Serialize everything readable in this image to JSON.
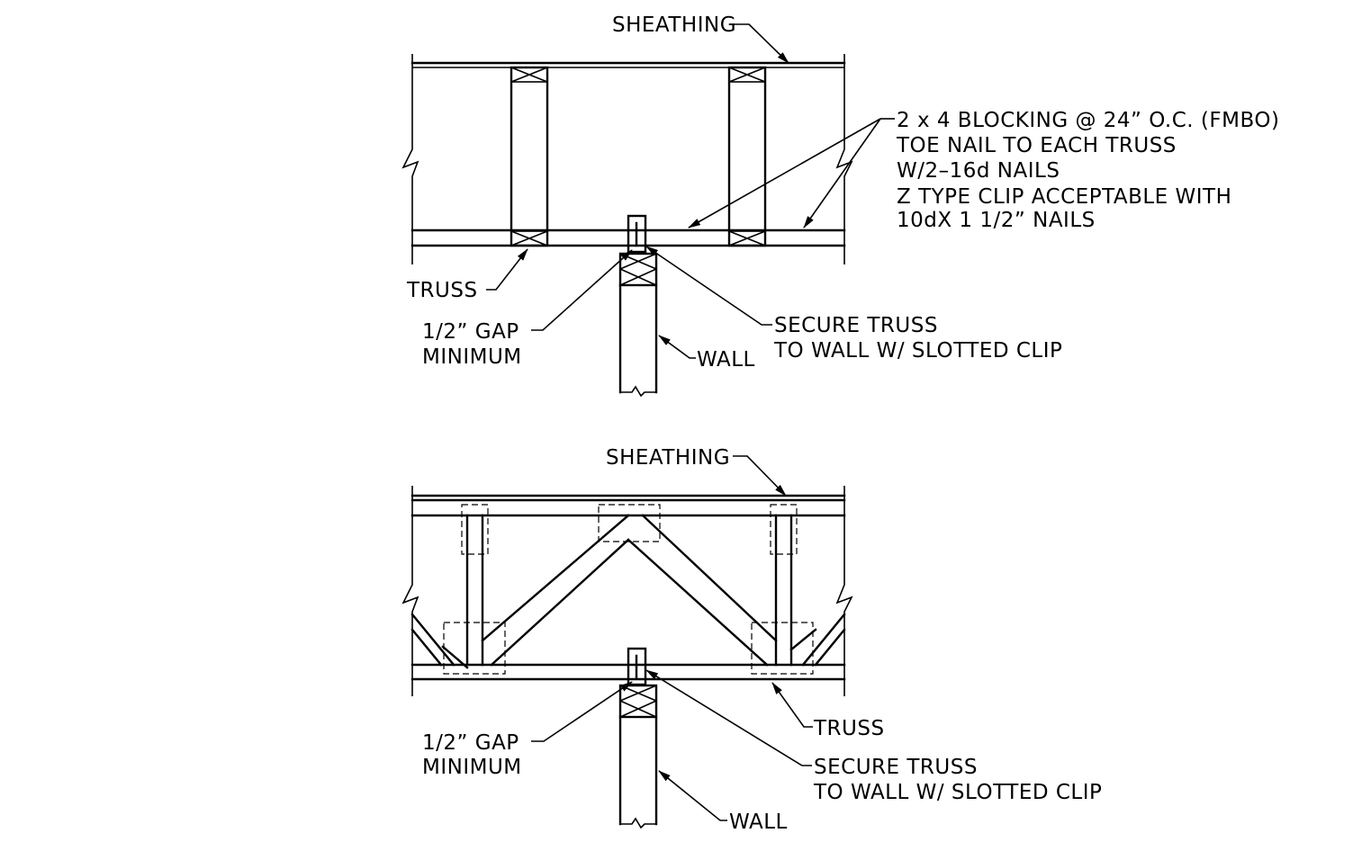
{
  "top_detail": {
    "sheathing_label": "SHEATHING",
    "blocking_notes": [
      "2 x 4 BLOCKING @ 24” O.C. (FMBO)",
      "TOE NAIL TO EACH TRUSS",
      "W/2–16d NAILS",
      "Z TYPE CLIP ACCEPTABLE WITH",
      "10dX 1 1/2” NAILS"
    ],
    "truss_label": "TRUSS",
    "gap_label": [
      "1/2” GAP",
      "MINIMUM"
    ],
    "wall_label": "WALL",
    "clip_label": [
      "SECURE TRUSS",
      "TO WALL W/ SLOTTED CLIP"
    ]
  },
  "bottom_detail": {
    "sheathing_label": "SHEATHING",
    "truss_label": "TRUSS",
    "gap_label": [
      "1/2” GAP",
      "MINIMUM"
    ],
    "wall_label": "WALL",
    "clip_label": [
      "SECURE TRUSS",
      "TO WALL W/ SLOTTED CLIP"
    ]
  }
}
